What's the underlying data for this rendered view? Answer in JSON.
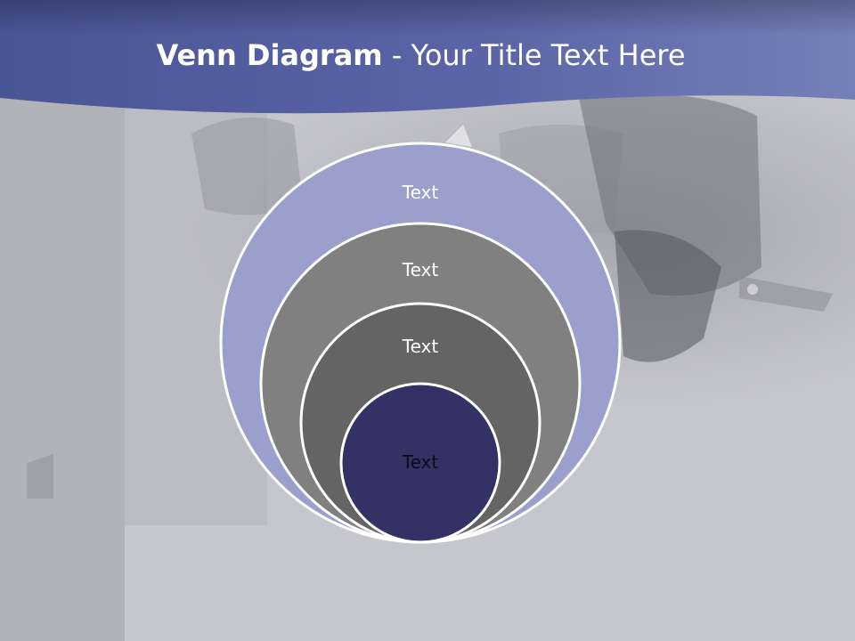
{
  "slide": {
    "title_bold": "Venn Diagram",
    "title_rest": " - Your Title Text Here"
  },
  "diagram": {
    "type": "nested-circles",
    "circles": [
      {
        "label": "Text",
        "fill": "#9aa0cb"
      },
      {
        "label": "Text",
        "fill": "#808080"
      },
      {
        "label": "Text",
        "fill": "#646464"
      },
      {
        "label": "Text",
        "fill": "#323264"
      }
    ],
    "outline_color": "#ffffff",
    "innermost_label_color": "#0a0a1a"
  },
  "colors": {
    "header_band": "#5a64a6",
    "background": "#c6c7cc",
    "title_text": "#ffffff"
  }
}
